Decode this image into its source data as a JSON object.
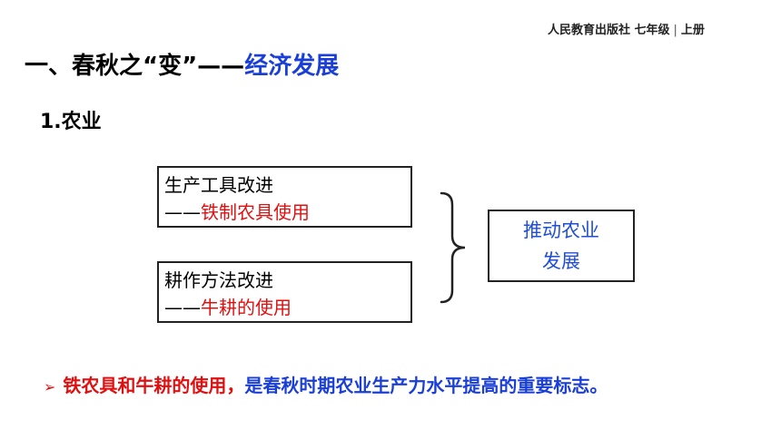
{
  "publisher": {
    "name": "人民教育出版社 七年级",
    "separator": "|",
    "volume": "上册"
  },
  "heading": {
    "prefix": "一、春秋之“变”——",
    "accent": "经济发展"
  },
  "subheading": "1.农业",
  "diagram": {
    "box1": {
      "line1": "生产工具改进",
      "dash": "——",
      "highlight": "铁制农具使用"
    },
    "box2": {
      "line1": "耕作方法改进",
      "dash": "——",
      "highlight": "牛耕的使用"
    },
    "result": {
      "line1": "推动农业",
      "line2": "发展"
    }
  },
  "conclusion": {
    "bullet_icon": "arrow-bullet-icon",
    "red_part": "铁农具和牛耕的使用，",
    "blue_part": "是春秋时期农业生产力水平提高的重要标志。"
  },
  "colors": {
    "accent_blue": "#1a3fd6",
    "highlight_red": "#e01010"
  }
}
